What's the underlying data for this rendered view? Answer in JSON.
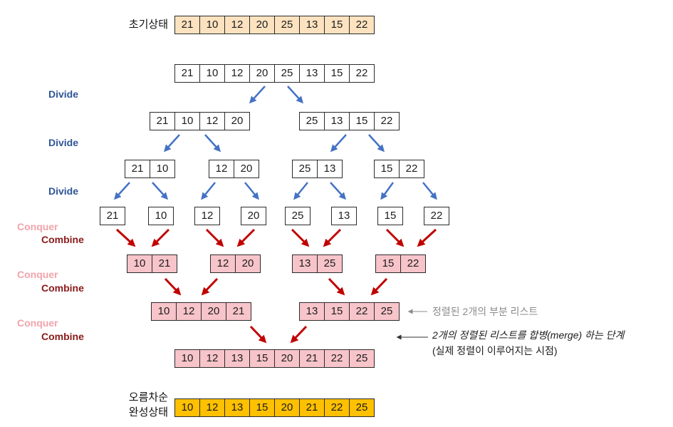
{
  "labels": {
    "initial_state": "초기상태",
    "final_state_line1": "오름차순",
    "final_state_line2": "완성상태",
    "divide": [
      "Divide",
      "Divide",
      "Divide"
    ],
    "conquer": [
      "Conquer",
      "Conquer",
      "Conquer"
    ],
    "combine": [
      "Combine",
      "Combine",
      "Combine"
    ]
  },
  "initial_array": [
    21,
    10,
    12,
    20,
    25,
    13,
    15,
    22
  ],
  "divide_steps": [
    [
      [
        21,
        10,
        12,
        20,
        25,
        13,
        15,
        22
      ]
    ],
    [
      [
        21,
        10,
        12,
        20
      ],
      [
        25,
        13,
        15,
        22
      ]
    ],
    [
      [
        21,
        10
      ],
      [
        12,
        20
      ],
      [
        25,
        13
      ],
      [
        15,
        22
      ]
    ],
    [
      [
        21
      ],
      [
        10
      ],
      [
        12
      ],
      [
        20
      ],
      [
        25
      ],
      [
        13
      ],
      [
        15
      ],
      [
        22
      ]
    ]
  ],
  "merge_steps": [
    [
      [
        10,
        21
      ],
      [
        12,
        20
      ],
      [
        13,
        25
      ],
      [
        15,
        22
      ]
    ],
    [
      [
        10,
        12,
        20,
        21
      ],
      [
        13,
        15,
        22,
        25
      ]
    ],
    [
      [
        10,
        12,
        13,
        15,
        20,
        21,
        22,
        25
      ]
    ]
  ],
  "final_array": [
    10,
    12,
    13,
    15,
    20,
    21,
    22,
    25
  ],
  "annotations": {
    "sorted_sublists": "정렬된 2개의 부분 리스트",
    "merge_step_line1": "2개의 정렬된 리스트를 합병(merge) 하는 단계",
    "merge_step_line2": "(실제 정렬이 이루어지는 시점)"
  },
  "colors": {
    "initial_fill": "#fde2c0",
    "merged_fill": "#f7c4ca",
    "final_fill": "#ffc000",
    "divide_arrow": "#4472c4",
    "combine_arrow": "#c00000",
    "divide_text": "#2f5597",
    "conquer_text": "#f2a3ab",
    "combine_text": "#8b1a1a",
    "note_text": "#8c8c8c"
  }
}
